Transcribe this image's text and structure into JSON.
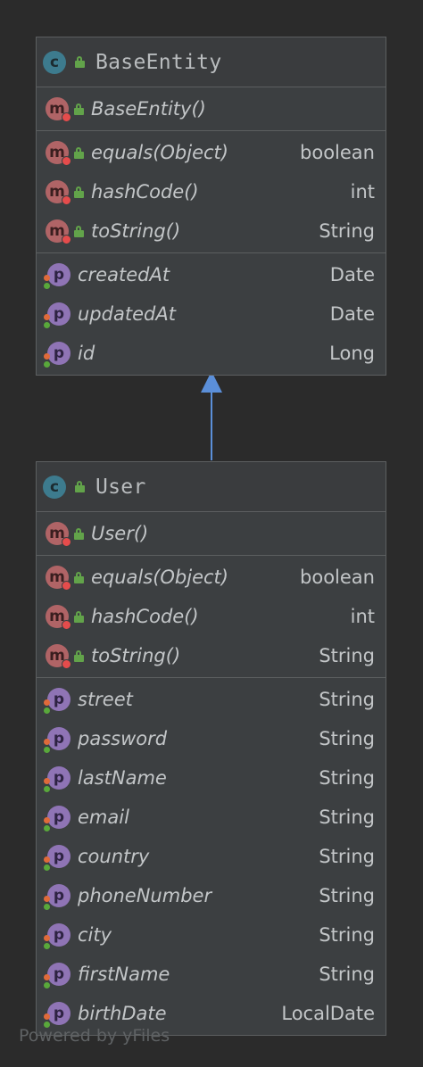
{
  "classes": [
    {
      "name": "BaseEntity",
      "constructors": [
        {
          "name": "BaseEntity()"
        }
      ],
      "methods": [
        {
          "name": "equals(Object)",
          "type": "boolean"
        },
        {
          "name": "hashCode()",
          "type": "int"
        },
        {
          "name": "toString()",
          "type": "String"
        }
      ],
      "fields": [
        {
          "name": "createdAt",
          "type": "Date"
        },
        {
          "name": "updatedAt",
          "type": "Date"
        },
        {
          "name": "id",
          "type": "Long"
        }
      ]
    },
    {
      "name": "User",
      "constructors": [
        {
          "name": "User()"
        }
      ],
      "methods": [
        {
          "name": "equals(Object)",
          "type": "boolean"
        },
        {
          "name": "hashCode()",
          "type": "int"
        },
        {
          "name": "toString()",
          "type": "String"
        }
      ],
      "fields": [
        {
          "name": "street",
          "type": "String"
        },
        {
          "name": "password",
          "type": "String"
        },
        {
          "name": "lastName",
          "type": "String"
        },
        {
          "name": "email",
          "type": "String"
        },
        {
          "name": "country",
          "type": "String"
        },
        {
          "name": "phoneNumber",
          "type": "String"
        },
        {
          "name": "city",
          "type": "String"
        },
        {
          "name": "firstName",
          "type": "String"
        },
        {
          "name": "birthDate",
          "type": "LocalDate"
        }
      ]
    }
  ],
  "icons": {
    "class_letter": "c",
    "method_letter": "m",
    "field_letter": "p"
  },
  "inheritance": {
    "from": "User",
    "to": "BaseEntity",
    "color": "#5b8fd9"
  },
  "watermark": "Powered by yFiles"
}
